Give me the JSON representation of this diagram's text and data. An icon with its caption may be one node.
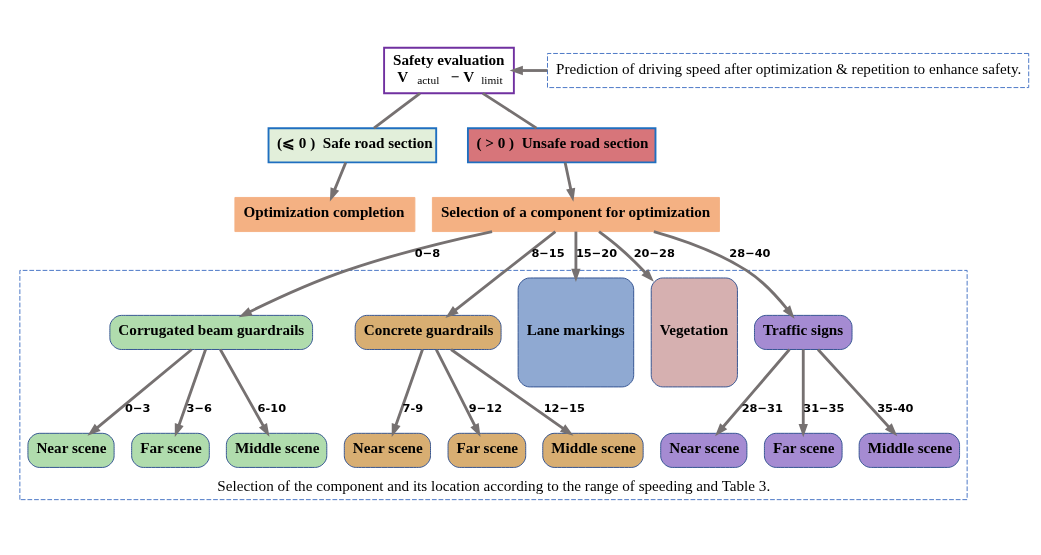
{
  "diagram": {
    "nodes": [
      {
        "text": [
          "Safety evaluation",
          "V$_{actul}$ − V$_{limit}$"
        ]
      },
      {
        "text": [
          "(⩽ 0 )  Safe road section"
        ]
      },
      {
        "text": [
          "( > 0 )  Unsafe road section"
        ]
      },
      {
        "text": [
          "Optimization completion"
        ]
      },
      {
        "text": [
          "Selection of a component for optimization"
        ]
      },
      {
        "text": [
          "Selection of the component and its location according to the range of speeding and Table 3."
        ]
      },
      {
        "text": [
          "Corrugated beam guardrails"
        ],
        "in": 5
      },
      {
        "text": [
          "Concrete guardrails"
        ],
        "in": 5
      },
      {
        "text": [
          "Lane markings"
        ],
        "in": 5
      },
      {
        "text": [
          "Vegetation"
        ],
        "in": 5
      },
      {
        "text": [
          "Traffic signs"
        ],
        "in": 5
      },
      {
        "text": [
          "Near scene"
        ],
        "in": 5
      },
      {
        "text": [
          "Far scene"
        ],
        "in": 5
      },
      {
        "text": [
          "Middle scene"
        ],
        "in": 5
      },
      {
        "text": [
          "Near scene"
        ],
        "in": 5
      },
      {
        "text": [
          "Far scene"
        ],
        "in": 5
      },
      {
        "text": [
          "Middle scene"
        ],
        "in": 5
      },
      {
        "text": [
          "Near scene"
        ],
        "in": 5
      },
      {
        "text": [
          "Far scene"
        ],
        "in": 5
      },
      {
        "text": [
          "Middle scene"
        ],
        "in": 5
      },
      {
        "text": [
          "Prediction of driving speed after optimization & repetition to enhance safety."
        ]
      }
    ],
    "edges": [
      {
        "from": 0,
        "to": 1,
        "arrow": "none"
      },
      {
        "from": 0,
        "to": 2,
        "arrow": "none"
      },
      {
        "from": 1,
        "to": 3,
        "arrow": "to"
      },
      {
        "from": 2,
        "to": 4,
        "arrow": "to"
      },
      {
        "from": 4,
        "to": 6,
        "arrow": "to",
        "label": "0−8"
      },
      {
        "from": 4,
        "to": 7,
        "arrow": "to",
        "label": "8−15"
      },
      {
        "from": 4,
        "to": 8,
        "arrow": "to",
        "label": "15−20"
      },
      {
        "from": 4,
        "to": 9,
        "arrow": "to",
        "label": "20−28"
      },
      {
        "from": 4,
        "to": 10,
        "arrow": "to",
        "label": "28−40"
      },
      {
        "from": 6,
        "to": 11,
        "arrow": "to",
        "label": "0−3"
      },
      {
        "from": 6,
        "to": 12,
        "arrow": "to",
        "label": "3−6"
      },
      {
        "from": 6,
        "to": 13,
        "arrow": "to",
        "label": "6-10"
      },
      {
        "from": 7,
        "to": 14,
        "arrow": "to",
        "label": "7-9"
      },
      {
        "from": 7,
        "to": 15,
        "arrow": "to",
        "label": "9−12"
      },
      {
        "from": 7,
        "to": 16,
        "arrow": "to",
        "label": "12−15"
      },
      {
        "from": 10,
        "to": 17,
        "arrow": "to",
        "label": "28−31"
      },
      {
        "from": 10,
        "to": 18,
        "arrow": "to",
        "label": "31−35"
      },
      {
        "from": 10,
        "to": 19,
        "arrow": "to",
        "label": "35-40"
      },
      {
        "from": 20,
        "to": 0,
        "arrow": "to"
      }
    ]
  }
}
